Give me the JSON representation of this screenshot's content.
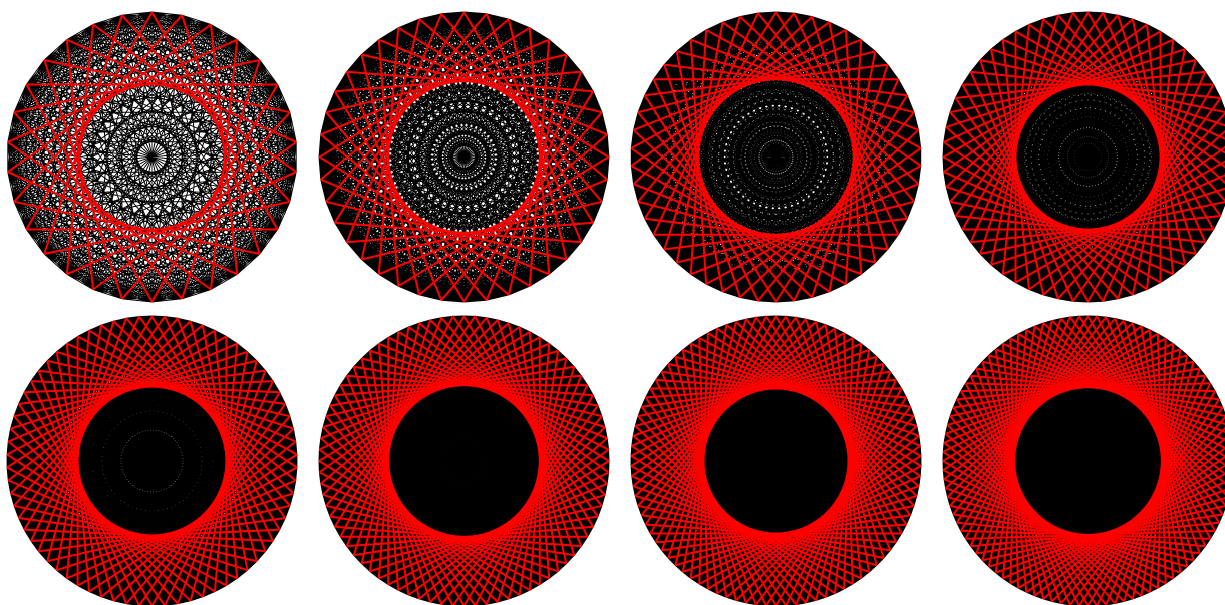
{
  "figure": {
    "panel_count": 8,
    "colors": {
      "background": "#ffffff",
      "chord_black": "#000000",
      "chord_red": "#ff0000"
    },
    "panels": [
      {
        "panel": 1,
        "vertices": 30
      },
      {
        "panel": 2,
        "vertices": 40
      },
      {
        "panel": 3,
        "vertices": 50
      },
      {
        "panel": 4,
        "vertices": 60
      },
      {
        "panel": 5,
        "vertices": 70
      },
      {
        "panel": 6,
        "vertices": 80
      },
      {
        "panel": 7,
        "vertices": 90
      },
      {
        "panel": 8,
        "vertices": 100
      }
    ]
  }
}
